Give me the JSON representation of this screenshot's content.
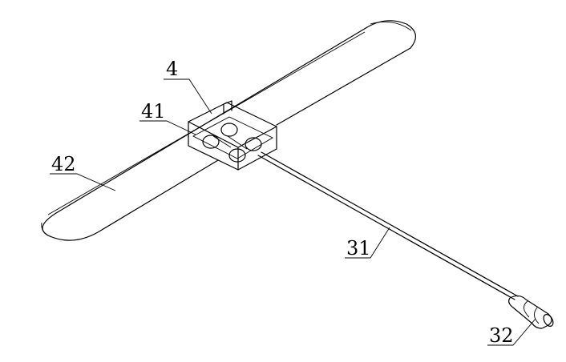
{
  "labels": {
    "part_4": "4",
    "part_41": "41",
    "part_42": "42",
    "part_31": "31",
    "part_32": "32"
  }
}
